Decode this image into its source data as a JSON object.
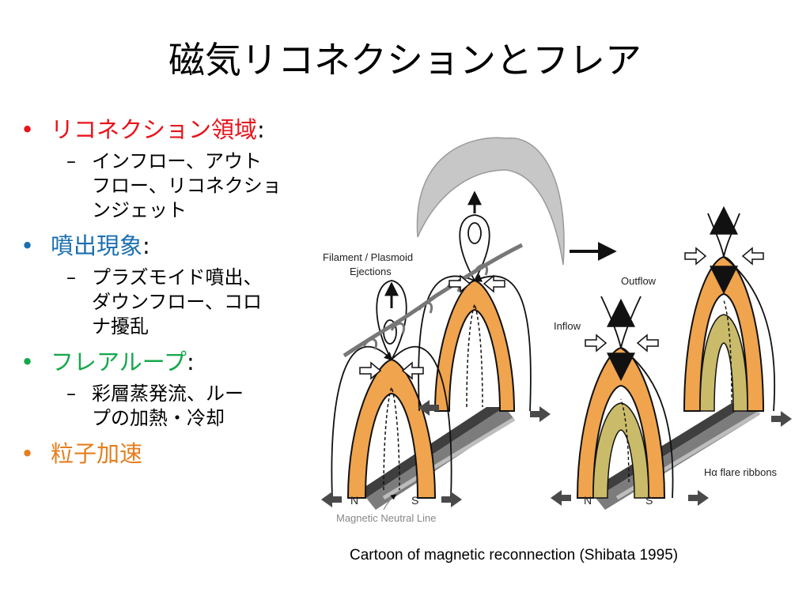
{
  "title": "磁気リコネクションとフレア",
  "bullets": [
    {
      "text": "リコネクション領域",
      "suffix": ":",
      "color": "#e8131b",
      "sub": "インフロー、アウト\nフロー、リコネクショ\nンジェット"
    },
    {
      "text": "噴出現象",
      "suffix": ":",
      "color": "#1a6fb0",
      "sub": "プラズモイド噴出、\nダウンフロー、コロ\nナ擾乱"
    },
    {
      "text": "フレアループ",
      "suffix": ":",
      "color": "#14a84a",
      "sub": "彩層蒸発流、ルー\nプの加熱・冷却"
    },
    {
      "text": "粒子加速",
      "suffix": "",
      "color": "#e67e1f",
      "sub": ""
    }
  ],
  "bullet_glyph": "•",
  "dash_glyph": "–",
  "diagram": {
    "labels": {
      "filament_line1": "Filament / Plasmoid",
      "filament_line2": "Ejections",
      "outflow": "Outflow",
      "inflow": "Inflow",
      "n_left": "N",
      "s_left": "S",
      "n_right": "N",
      "s_right": "S",
      "neutral_line": "Magnetic Neutral Line",
      "ribbons": "Hα flare ribbons"
    },
    "colors": {
      "loop_orange": "#f0a44e",
      "loop_yellow": "#c9bb6a",
      "arc_gray": "#c7c7c7",
      "base_dark": "#3f3f3f",
      "arrow_dark": "#4a4a4a"
    }
  },
  "caption": "Cartoon of magnetic reconnection (Shibata 1995)"
}
